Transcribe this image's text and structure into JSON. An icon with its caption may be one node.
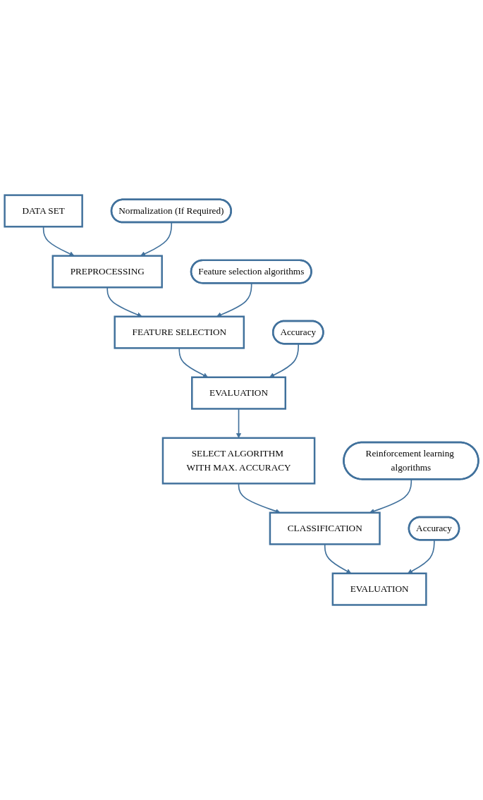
{
  "diagram": {
    "nodes": [
      {
        "text": [
          "DATA SET"
        ]
      },
      {
        "text": [
          "PREPROCESSING"
        ]
      },
      {
        "text": [
          "Normalization (If Required)"
        ]
      },
      {
        "text": [
          "FEATURE SELECTION"
        ]
      },
      {
        "text": [
          "Feature selection algorithms"
        ]
      },
      {
        "text": [
          "EVALUATION"
        ]
      },
      {
        "text": [
          "Accuracy"
        ]
      },
      {
        "text": [
          "SELECT ALGORITHM WITH MAX. ACCURACY"
        ]
      },
      {
        "text": [
          "CLASSIFICATION"
        ]
      },
      {
        "text": [
          "Reinforcement learning algorithms"
        ]
      },
      {
        "text": [
          "EVALUATION"
        ]
      },
      {
        "text": [
          "Accuracy"
        ]
      }
    ],
    "edges": [
      {
        "from": 0,
        "to": 1,
        "arrow": "to"
      },
      {
        "from": 2,
        "to": 1,
        "arrow": "to"
      },
      {
        "from": 1,
        "to": 3,
        "arrow": "to"
      },
      {
        "from": 4,
        "to": 3,
        "arrow": "to"
      },
      {
        "from": 3,
        "to": 5,
        "arrow": "to"
      },
      {
        "from": 6,
        "to": 5,
        "arrow": "to"
      },
      {
        "from": 5,
        "to": 7,
        "arrow": "to"
      },
      {
        "from": 7,
        "to": 8,
        "arrow": "to"
      },
      {
        "from": 9,
        "to": 8,
        "arrow": "to"
      },
      {
        "from": 8,
        "to": 10,
        "arrow": "to"
      },
      {
        "from": 11,
        "to": 10,
        "arrow": "to"
      }
    ]
  }
}
